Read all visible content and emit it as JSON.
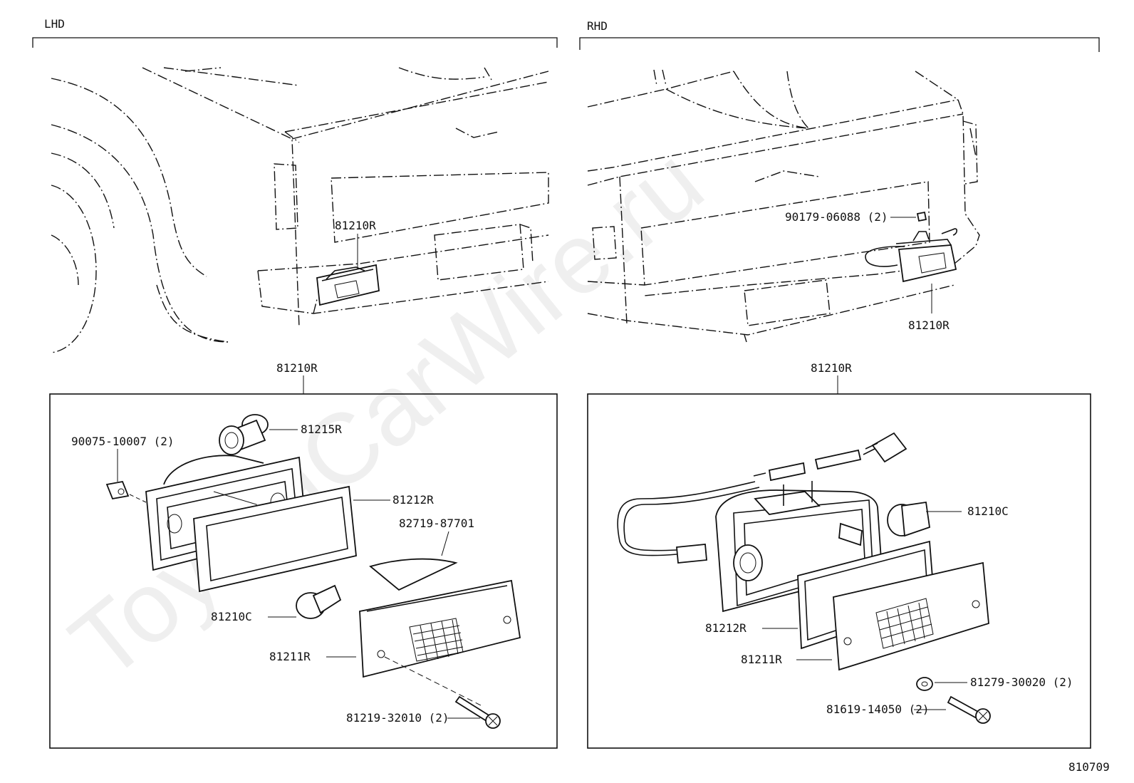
{
  "sections": {
    "left": "LHD",
    "right": "RHD"
  },
  "watermark": "ToyotaCarWire.ru",
  "figure_id": "810709",
  "left_view": {
    "car_callout": "81210R",
    "assembly_label": "81210R",
    "parts": {
      "nut": "90075-10007 (2)",
      "socket": "81215R",
      "gasket": "81212R",
      "reflector": "82719-87701",
      "bulb": "81210C",
      "lens": "81211R",
      "screw": "81219-32010 (2)"
    }
  },
  "right_view": {
    "car_nut_callout": "90179-06088 (2)",
    "car_callout": "81210R",
    "assembly_label": "81210R",
    "parts": {
      "bulb": "81210C",
      "gasket": "81212R",
      "lens": "81211R",
      "washer": "81279-30020 (2)",
      "screw": "81619-14050 (2)"
    }
  }
}
